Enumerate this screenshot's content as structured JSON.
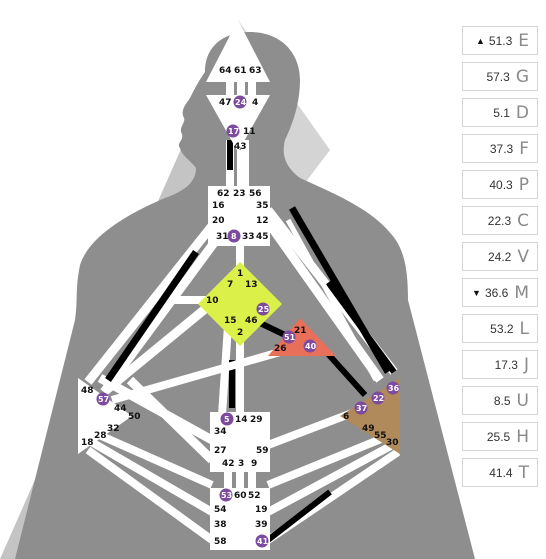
{
  "colors": {
    "head_center": "#ffffff",
    "g_center": "#dcf04a",
    "heart_center": "#e8705a",
    "spleen_center": "#ffffff",
    "solar_plexus_center": "#b08a5a",
    "channel_defined": "#000000",
    "highlight_gate": "#7d4a9e",
    "silhouette": "#8d8d8d",
    "aura": "#c2c2c2"
  },
  "gates": {
    "head": [
      "64",
      "61",
      "63"
    ],
    "ajna": [
      "47",
      "24",
      "4",
      "17",
      "11",
      "43"
    ],
    "throat": [
      "62",
      "23",
      "56",
      "16",
      "35",
      "20",
      "12",
      "31",
      "8",
      "33",
      "45"
    ],
    "g": [
      "1",
      "7",
      "13",
      "10",
      "25",
      "15",
      "46",
      "2"
    ],
    "heart": [
      "21",
      "51",
      "26",
      "40"
    ],
    "spleen": [
      "48",
      "57",
      "44",
      "50",
      "32",
      "28",
      "18"
    ],
    "sacral": [
      "5",
      "14",
      "29",
      "34",
      "27",
      "59",
      "42",
      "3",
      "9"
    ],
    "solar": [
      "36",
      "22",
      "37",
      "6",
      "49",
      "55",
      "30"
    ],
    "root": [
      "53",
      "60",
      "52",
      "54",
      "19",
      "38",
      "39",
      "58",
      "41"
    ]
  },
  "highlighted_gates": [
    "24",
    "17",
    "8",
    "25",
    "51",
    "40",
    "57",
    "5",
    "36",
    "22",
    "37",
    "53",
    "41"
  ],
  "planets": [
    {
      "arrow": "▲",
      "value": "51.3",
      "symbol": "E"
    },
    {
      "arrow": "",
      "value": "57.3",
      "symbol": "G"
    },
    {
      "arrow": "",
      "value": "5.1",
      "symbol": "D"
    },
    {
      "arrow": "",
      "value": "37.3",
      "symbol": "F"
    },
    {
      "arrow": "",
      "value": "40.3",
      "symbol": "P"
    },
    {
      "arrow": "",
      "value": "22.3",
      "symbol": "C"
    },
    {
      "arrow": "",
      "value": "24.2",
      "symbol": "V"
    },
    {
      "arrow": "▼",
      "value": "36.6",
      "symbol": "M"
    },
    {
      "arrow": "",
      "value": "53.2",
      "symbol": "L"
    },
    {
      "arrow": "",
      "value": "17.3",
      "symbol": "J"
    },
    {
      "arrow": "",
      "value": "8.5",
      "symbol": "U"
    },
    {
      "arrow": "",
      "value": "25.5",
      "symbol": "H"
    },
    {
      "arrow": "",
      "value": "41.4",
      "symbol": "T"
    }
  ]
}
